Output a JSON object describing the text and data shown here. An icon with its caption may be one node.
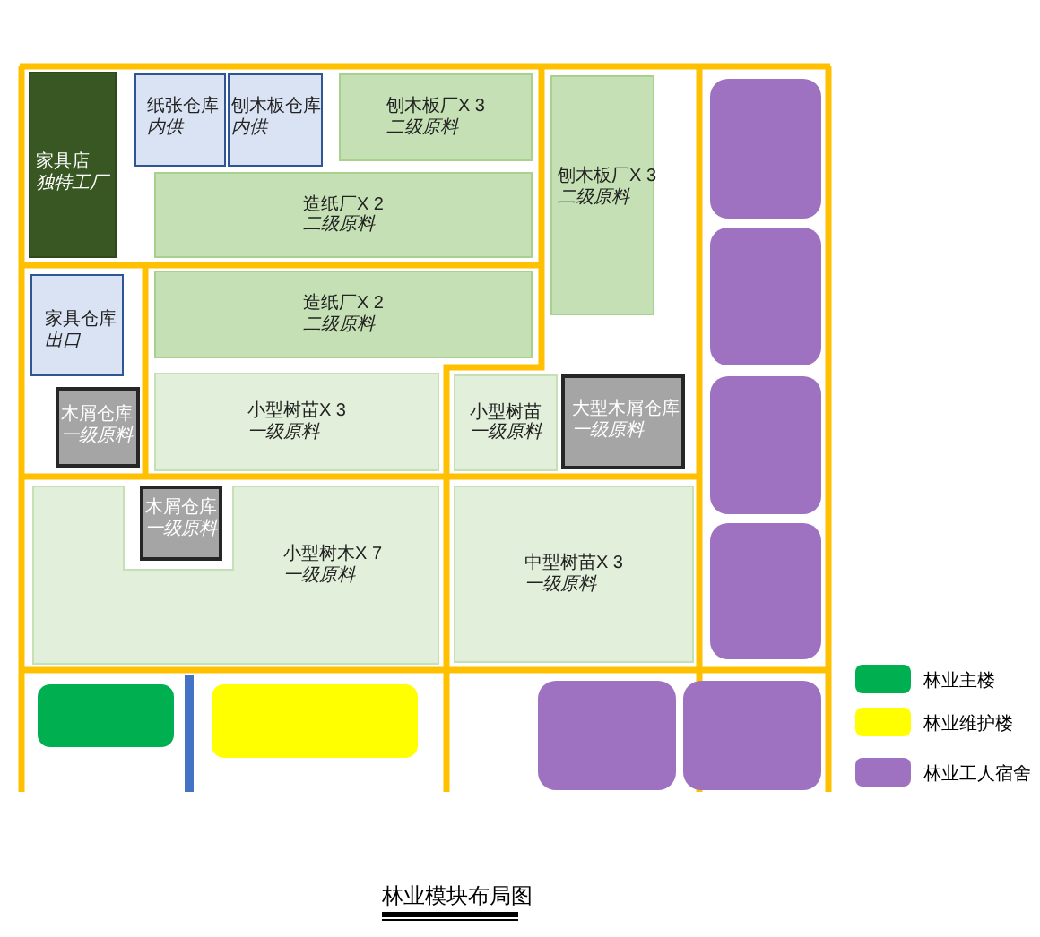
{
  "diagram": {
    "title": "林业模块布局图",
    "nodes": [
      {
        "text": [
          "家具店",
          "独特工厂"
        ]
      },
      {
        "text": [
          "纸张仓库",
          "内供"
        ]
      },
      {
        "text": [
          "刨木板仓库",
          "内供"
        ]
      },
      {
        "text": [
          "刨木板厂X 3",
          "二级原料"
        ]
      },
      {
        "text": [
          "刨木板厂X 3",
          "二级原料"
        ]
      },
      {
        "text": [],
        "shape": "box"
      },
      {
        "text": [],
        "shape": "box"
      },
      {
        "text": [],
        "shape": "box"
      },
      {
        "text": [],
        "shape": "box"
      },
      {
        "text": [
          "造纸厂X 2",
          "二级原料"
        ]
      },
      {
        "text": [
          "家具仓库",
          "出口"
        ]
      },
      {
        "text": [
          "造纸厂X 2",
          "二级原料"
        ]
      },
      {
        "text": [
          "木屑仓库",
          "一级原料"
        ]
      },
      {
        "text": [
          "小型树苗X 3",
          "一级原料"
        ]
      },
      {
        "text": [
          "小型树苗",
          "一级原料"
        ]
      },
      {
        "text": [
          "大型木屑仓库",
          "一级原料"
        ]
      },
      {
        "text": [
          "小型树木X 7",
          "一级原料"
        ]
      },
      {
        "text": [
          "木屑仓库",
          "一级原料"
        ],
        "in": 16
      },
      {
        "text": [
          "中型树苗X 3",
          "一级原料"
        ]
      },
      {
        "text": [],
        "shape": "box"
      },
      {
        "text": [],
        "shape": "box"
      },
      {
        "text": [],
        "shape": "box"
      },
      {
        "text": [],
        "shape": "box"
      }
    ],
    "legend": [
      {
        "text": "林业主楼",
        "color": "#00b050"
      },
      {
        "text": "林业维护楼",
        "color": "#ffff00"
      },
      {
        "text": "林业工人宿舍",
        "color": "#9e72c0"
      }
    ]
  }
}
